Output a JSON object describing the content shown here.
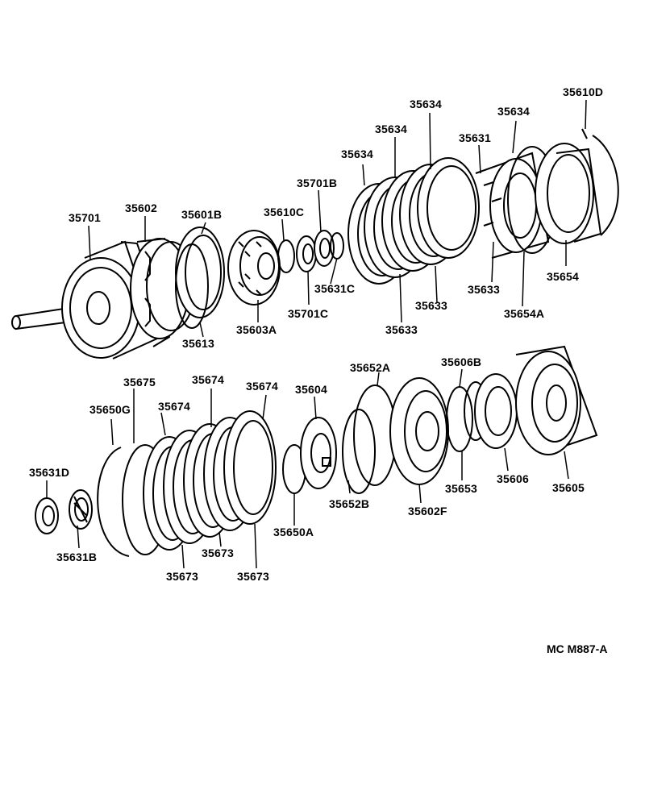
{
  "diagram": {
    "code": "MC  M887-A",
    "parts": [
      "35701",
      "35602",
      "35601B",
      "35610C",
      "35701B",
      "35634",
      "35634",
      "35634",
      "35631",
      "35634",
      "35610D",
      "35603A",
      "35613",
      "35701C",
      "35631C",
      "35633",
      "35633",
      "35633",
      "35654A",
      "35654",
      "35675",
      "35674",
      "35674",
      "35674",
      "35604",
      "35652A",
      "35606B",
      "35650G",
      "35631D",
      "35631B",
      "35673",
      "35673",
      "35673",
      "35650A",
      "35652B",
      "35602F",
      "35653",
      "35606",
      "35605"
    ]
  }
}
